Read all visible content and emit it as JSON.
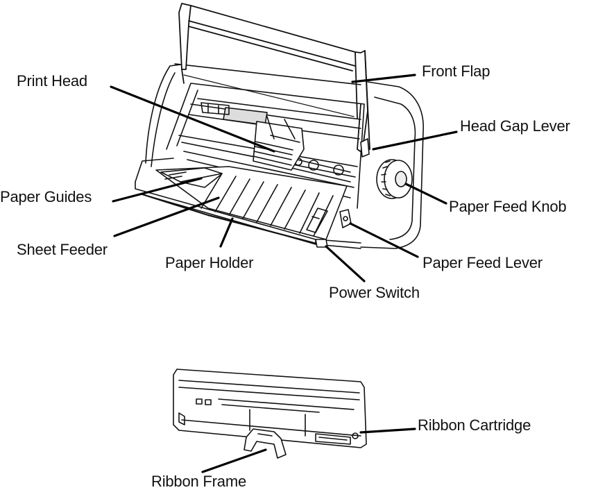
{
  "labels": {
    "print_head": "Print Head",
    "front_flap": "Front Flap",
    "head_gap_lever": "Head Gap Lever",
    "paper_guides": "Paper Guides",
    "paper_feed_knob": "Paper Feed Knob",
    "sheet_feeder": "Sheet Feeder",
    "paper_holder": "Paper Holder",
    "paper_feed_lever": "Paper Feed Lever",
    "power_switch": "Power Switch",
    "ribbon_cartridge": "Ribbon Cartridge",
    "ribbon_frame": "Ribbon Frame"
  }
}
